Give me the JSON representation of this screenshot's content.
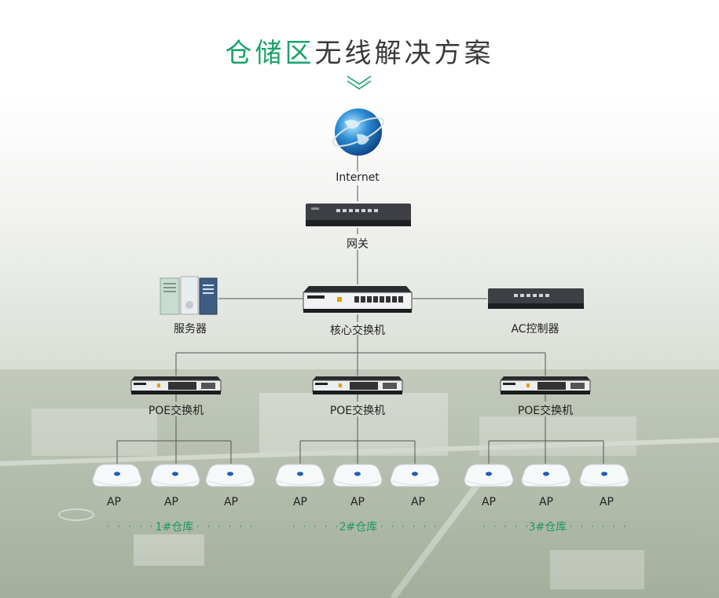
{
  "title": {
    "accent": "仓储区",
    "rest": "无线解决方案"
  },
  "nodes": {
    "internet": "Internet",
    "gateway": "网关",
    "server": "服务器",
    "core_switch": "核心交换机",
    "ac_controller": "AC控制器",
    "poe_switch_1": "POE交换机",
    "poe_switch_2": "POE交换机",
    "poe_switch_3": "POE交换机"
  },
  "aps": [
    "AP",
    "AP",
    "AP",
    "AP",
    "AP",
    "AP",
    "AP",
    "AP",
    "AP"
  ],
  "warehouses": [
    "1#仓库",
    "2#仓库",
    "3#仓库"
  ],
  "dot_leader": "· · · · · ·",
  "colors": {
    "accent": "#1aa36b",
    "line": "#555555"
  }
}
